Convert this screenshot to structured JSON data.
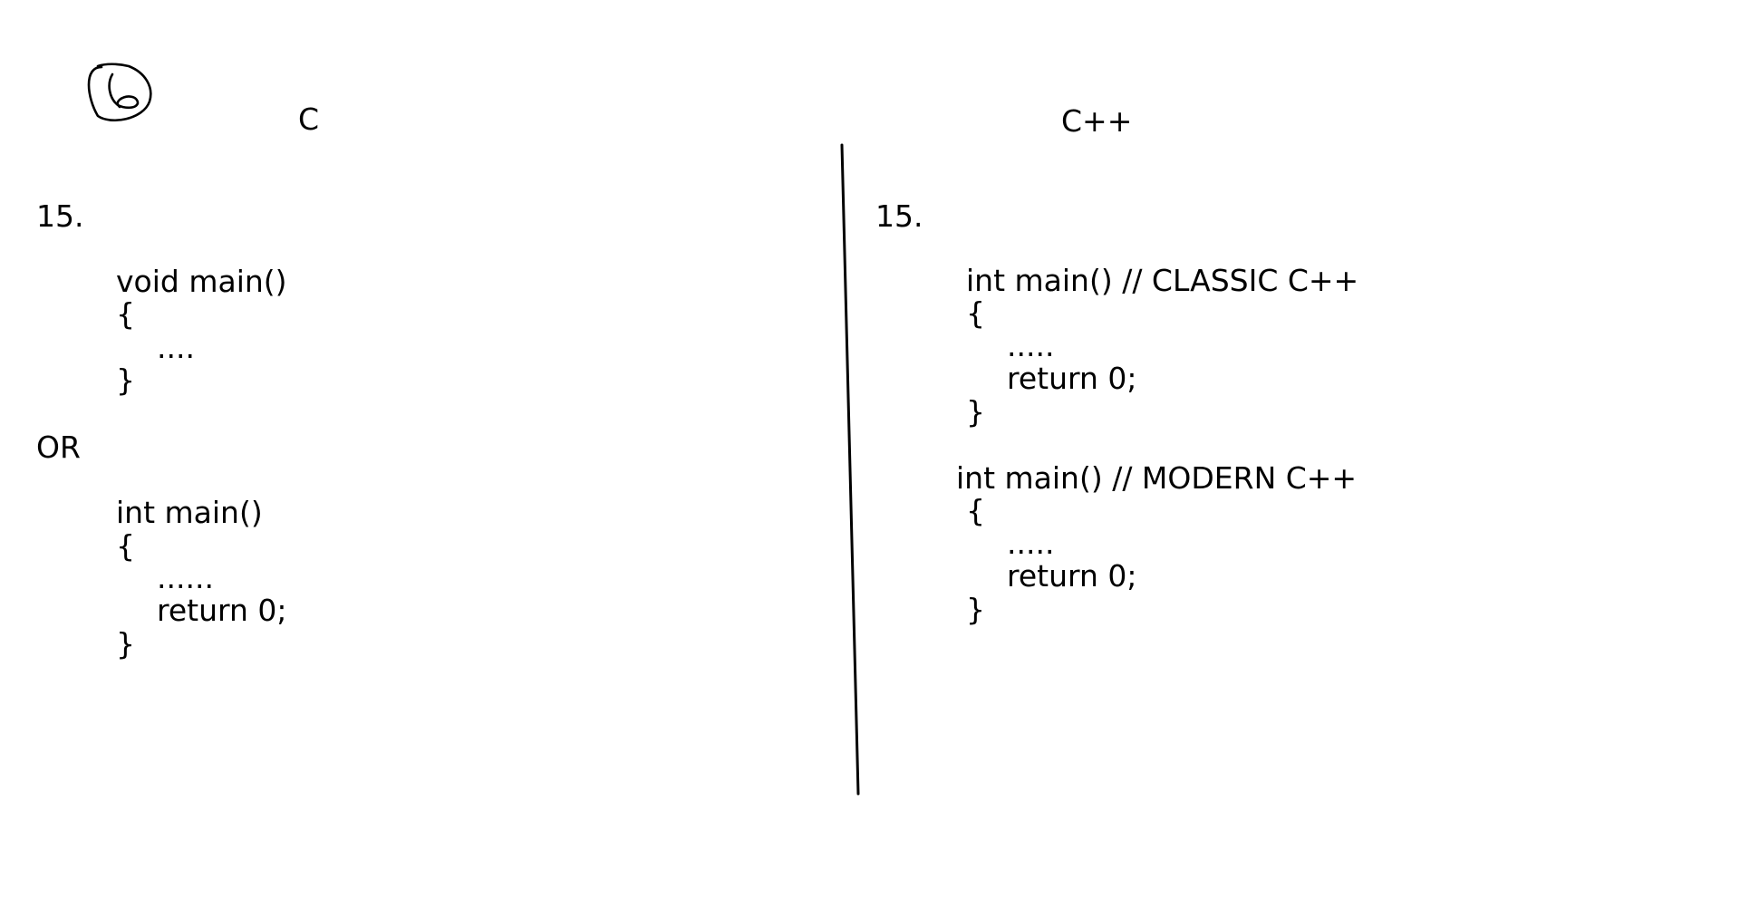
{
  "columns": {
    "left": {
      "heading": "C",
      "number": "15.",
      "block1": {
        "line1": "void main()",
        "line2": "{",
        "line3": "....",
        "line4": "}"
      },
      "separator": "OR",
      "block2": {
        "line1": "int main()",
        "line2": "{",
        "line3": "......",
        "line4": "return 0;",
        "line5": "}"
      }
    },
    "right": {
      "heading": "C++",
      "number": "15.",
      "block1": {
        "line1": "int main() // CLASSIC C++",
        "line2": "{",
        "line3": ".....",
        "line4": "return 0;",
        "line5": "}"
      },
      "block2": {
        "line1": "int main() // MODERN C++",
        "line2": "{",
        "line3": ".....",
        "line4": "return 0;",
        "line5": "}"
      }
    }
  },
  "icons": {
    "top_left": "hand-drawn-circled-six-icon"
  },
  "colors": {
    "ink": "#000000",
    "background": "#ffffff"
  }
}
